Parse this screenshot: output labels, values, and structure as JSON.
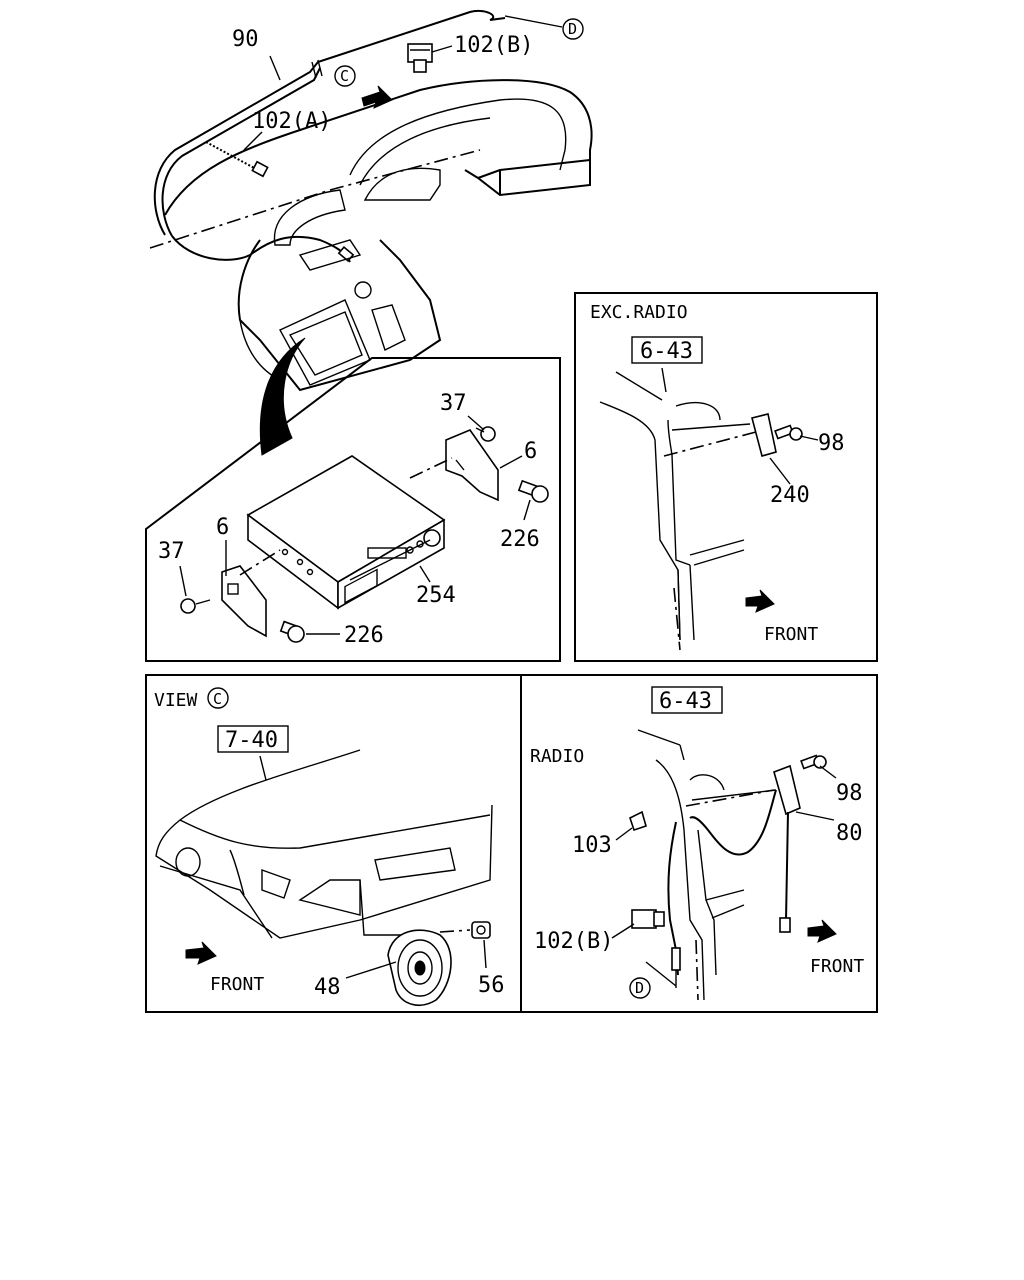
{
  "callouts": {
    "p90": "90",
    "p102b_top": "102(B)",
    "p102a": "102(A)",
    "p37_right": "37",
    "p6_right": "6",
    "p226_right": "226",
    "p6_left": "6",
    "p37_left": "37",
    "p254": "254",
    "p226_left": "226",
    "p98_exc": "98",
    "p240": "240",
    "p48": "48",
    "p56": "56",
    "p98_radio": "98",
    "p80": "80",
    "p103": "103",
    "p102b_radio": "102(B)"
  },
  "circled": {
    "c_top": "C",
    "d_top": "D",
    "view_c": "C",
    "d_bottom": "D"
  },
  "panels": {
    "exc_radio": {
      "title": "EXC.RADIO",
      "ref": "6-43",
      "front": "FRONT"
    },
    "view_c": {
      "title": "VIEW",
      "ref": "7-40",
      "front": "FRONT"
    },
    "radio": {
      "title": "RADIO",
      "ref": "6-43",
      "front": "FRONT"
    }
  }
}
